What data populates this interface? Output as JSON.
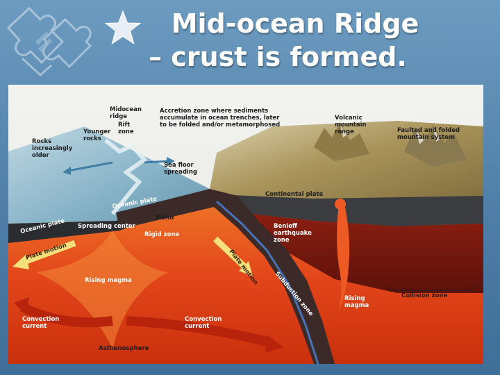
{
  "title": {
    "line1": "Mid-ocean Ridge",
    "line2": "– crust is formed."
  },
  "icons": {
    "star": "star-icon",
    "puzzle": "puzzle-pieces-icon"
  },
  "colors": {
    "slide_background": "#5a88b0",
    "title_text": "#ffffff",
    "ocean": "#8cb7cc",
    "magma": "#e8501c",
    "asthenosphere": "#d63c0e",
    "plate_dark": "#2a2c30",
    "continent_land": "#9c8a4e"
  },
  "diagram": {
    "labels": {
      "midocean_ridge": "Midocean\nridge",
      "rift_zone": "Rift\nzone",
      "younger_rocks": "Younger\nrocks",
      "rocks_older": "Rocks\nincreasingly\nolder",
      "accretion_zone": "Accretion zone where sediments\naccumulate in ocean trenches, later\nto be folded and/or metamorphosed",
      "volcanic_range": "Volcanic\nmountain\nrange",
      "faulted_folded": "Faulted and folded\nmountain system",
      "sea_floor_spreading": "Sea floor\nspreading",
      "oceanic_plate_1": "Oceanic plate",
      "oceanic_plate_2": "Oceanic plate",
      "continental_plate": "Continental plate",
      "moho": "Moho",
      "spreading_center": "Spreading center",
      "rigid_zone": "Rigid zone",
      "benioff_zone": "Benioff\nearthquake\nzone",
      "plate_motion_1": "Plate motion",
      "plate_motion_2": "Plate motion",
      "subduction_zone": "Subduction zone",
      "rising_magma_1": "Rising magma",
      "rising_magma_2": "Rising\nmagma",
      "collision_zone": "Collision zone",
      "convection_current_1": "Convection\ncurrent",
      "convection_current_2": "Convection\ncurrent",
      "asthenosphere": "Asthenosphere"
    }
  }
}
